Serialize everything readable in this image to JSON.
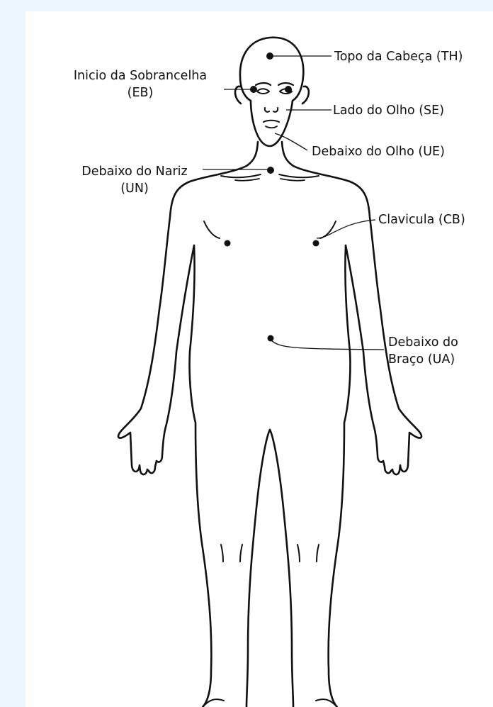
{
  "colors": {
    "page_background": "#eaf5fc",
    "card_background": "#ffffff",
    "ink": "#111111"
  },
  "points": [
    {
      "id": "TH",
      "name": "Topo da Cabeça (TH)"
    },
    {
      "id": "EB",
      "name": "Inicio da Sobrancelha",
      "code": "(EB)"
    },
    {
      "id": "SE",
      "name": "Lado do Olho (SE)"
    },
    {
      "id": "UE",
      "name": "Debaixo do Olho (UE)"
    },
    {
      "id": "UN",
      "name": "Debaixo do Nariz",
      "code": "(UN)"
    },
    {
      "id": "CB",
      "name": "Clavicula (CB)"
    },
    {
      "id": "UA",
      "name": "Debaixo do",
      "code": "Braço (UA)"
    }
  ]
}
